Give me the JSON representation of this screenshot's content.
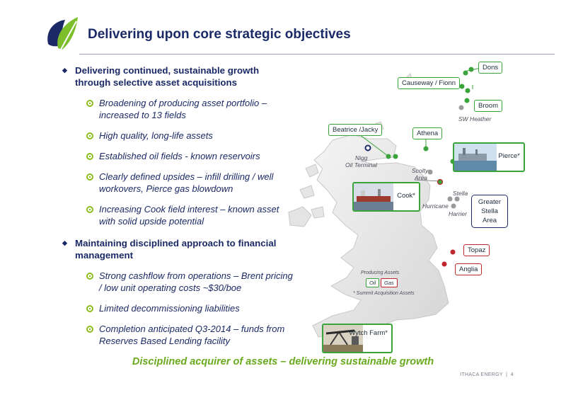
{
  "header": {
    "title": "Delivering upon core strategic objectives"
  },
  "bullets": [
    {
      "text": "Delivering continued, sustainable growth through selective asset acquisitions",
      "subs": [
        "Broadening of producing asset portfolio – increased to 13 fields",
        "High quality, long-life assets",
        "Established oil fields - known reservoirs",
        "Clearly defined upsides – infill drilling / well workovers, Pierce gas blowdown",
        "Increasing Cook field interest – known asset with solid upside potential"
      ]
    },
    {
      "text": "Maintaining disciplined approach to financial management",
      "subs": [
        "Strong cashflow from operations – Brent pricing / low unit operating costs ~$30/boe",
        "Limited decommissioning liabilities",
        "Completion anticipated Q3-2014 – funds from Reserves Based Lending facility"
      ]
    }
  ],
  "map": {
    "labels": {
      "dons": "Dons",
      "causeway": "Causeway / Fionn",
      "broom": "Broom",
      "sw_heather": "SW Heather",
      "beatrice": "Beatrice /Jacky",
      "athena": "Athena",
      "nigg": "Nigg",
      "oil_terminal": "Oil Terminal",
      "pierce": "Pierce*",
      "scolty": "Scolty",
      "area": "Area",
      "cook": "Cook*",
      "stella": "Stella",
      "hurricane": "Hurricane",
      "harrier": "Harrier",
      "greater_stella": "Greater Stella Area",
      "topaz": "Topaz",
      "anglia": "Anglia",
      "wytch": "Wytch Farm*"
    },
    "legend": {
      "title": "Producing Assets",
      "oil": "Oil",
      "gas": "Gas",
      "note": "* Summit Acquisition Assets"
    },
    "colors": {
      "oil": "#3aa33a",
      "gas": "#c0262d",
      "nonproducing": "#9a9a9a",
      "terminal": "#1b2a66"
    }
  },
  "tagline": "Disciplined acquirer of assets – delivering sustainable growth",
  "footer": {
    "company": "ITHACA ENERGY",
    "separator": "|",
    "page": "4"
  }
}
